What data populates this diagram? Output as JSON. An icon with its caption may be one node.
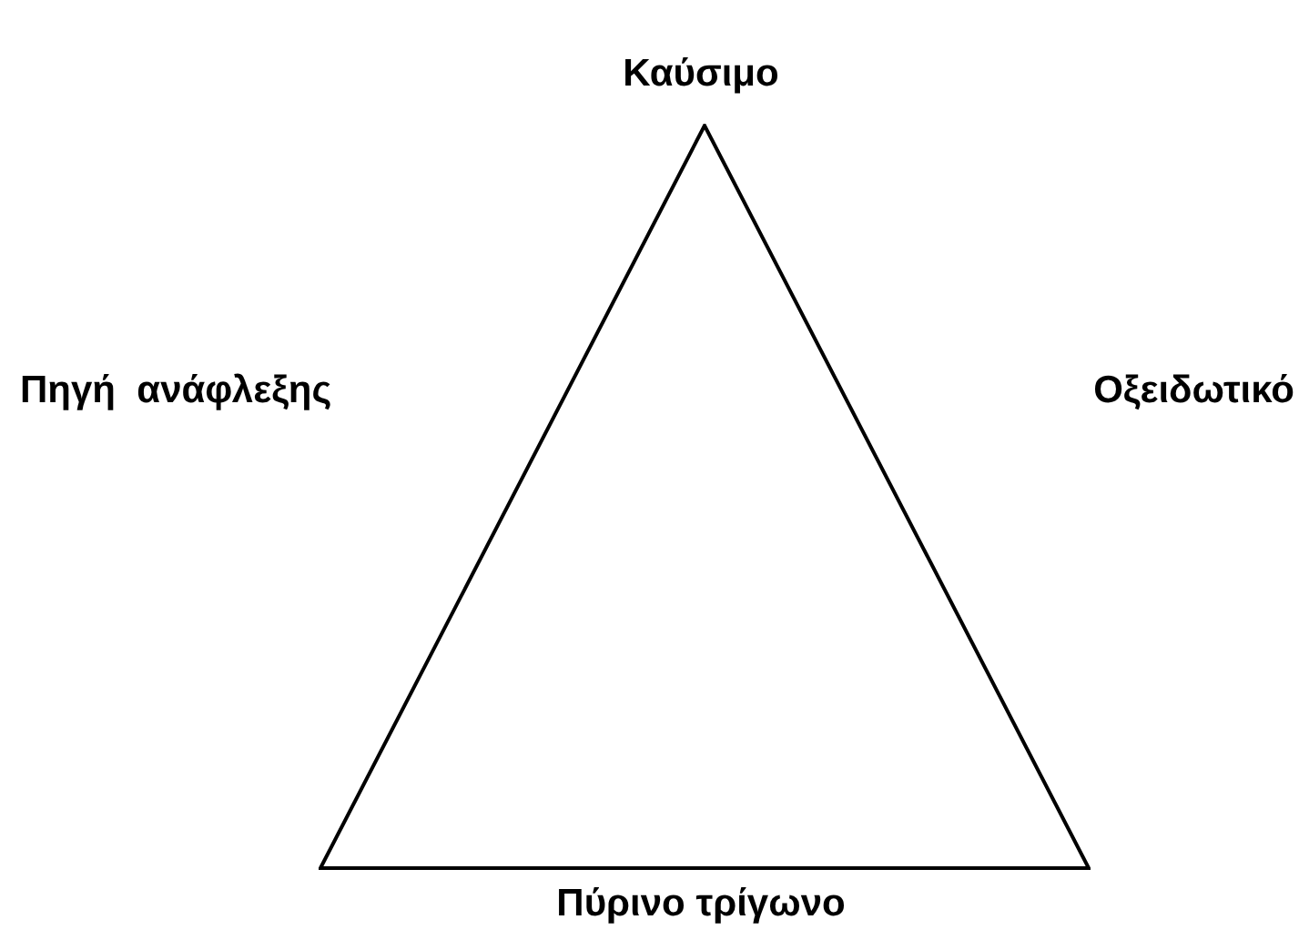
{
  "diagram": {
    "caption": "Πύρινο τρίγωνο",
    "nodes": [
      {
        "text": [],
        "shape": "triangle",
        "beside": [
          "Καύσιμο",
          "Πηγή  ανάφλεξης",
          "Οξειδωτικό"
        ]
      }
    ]
  }
}
